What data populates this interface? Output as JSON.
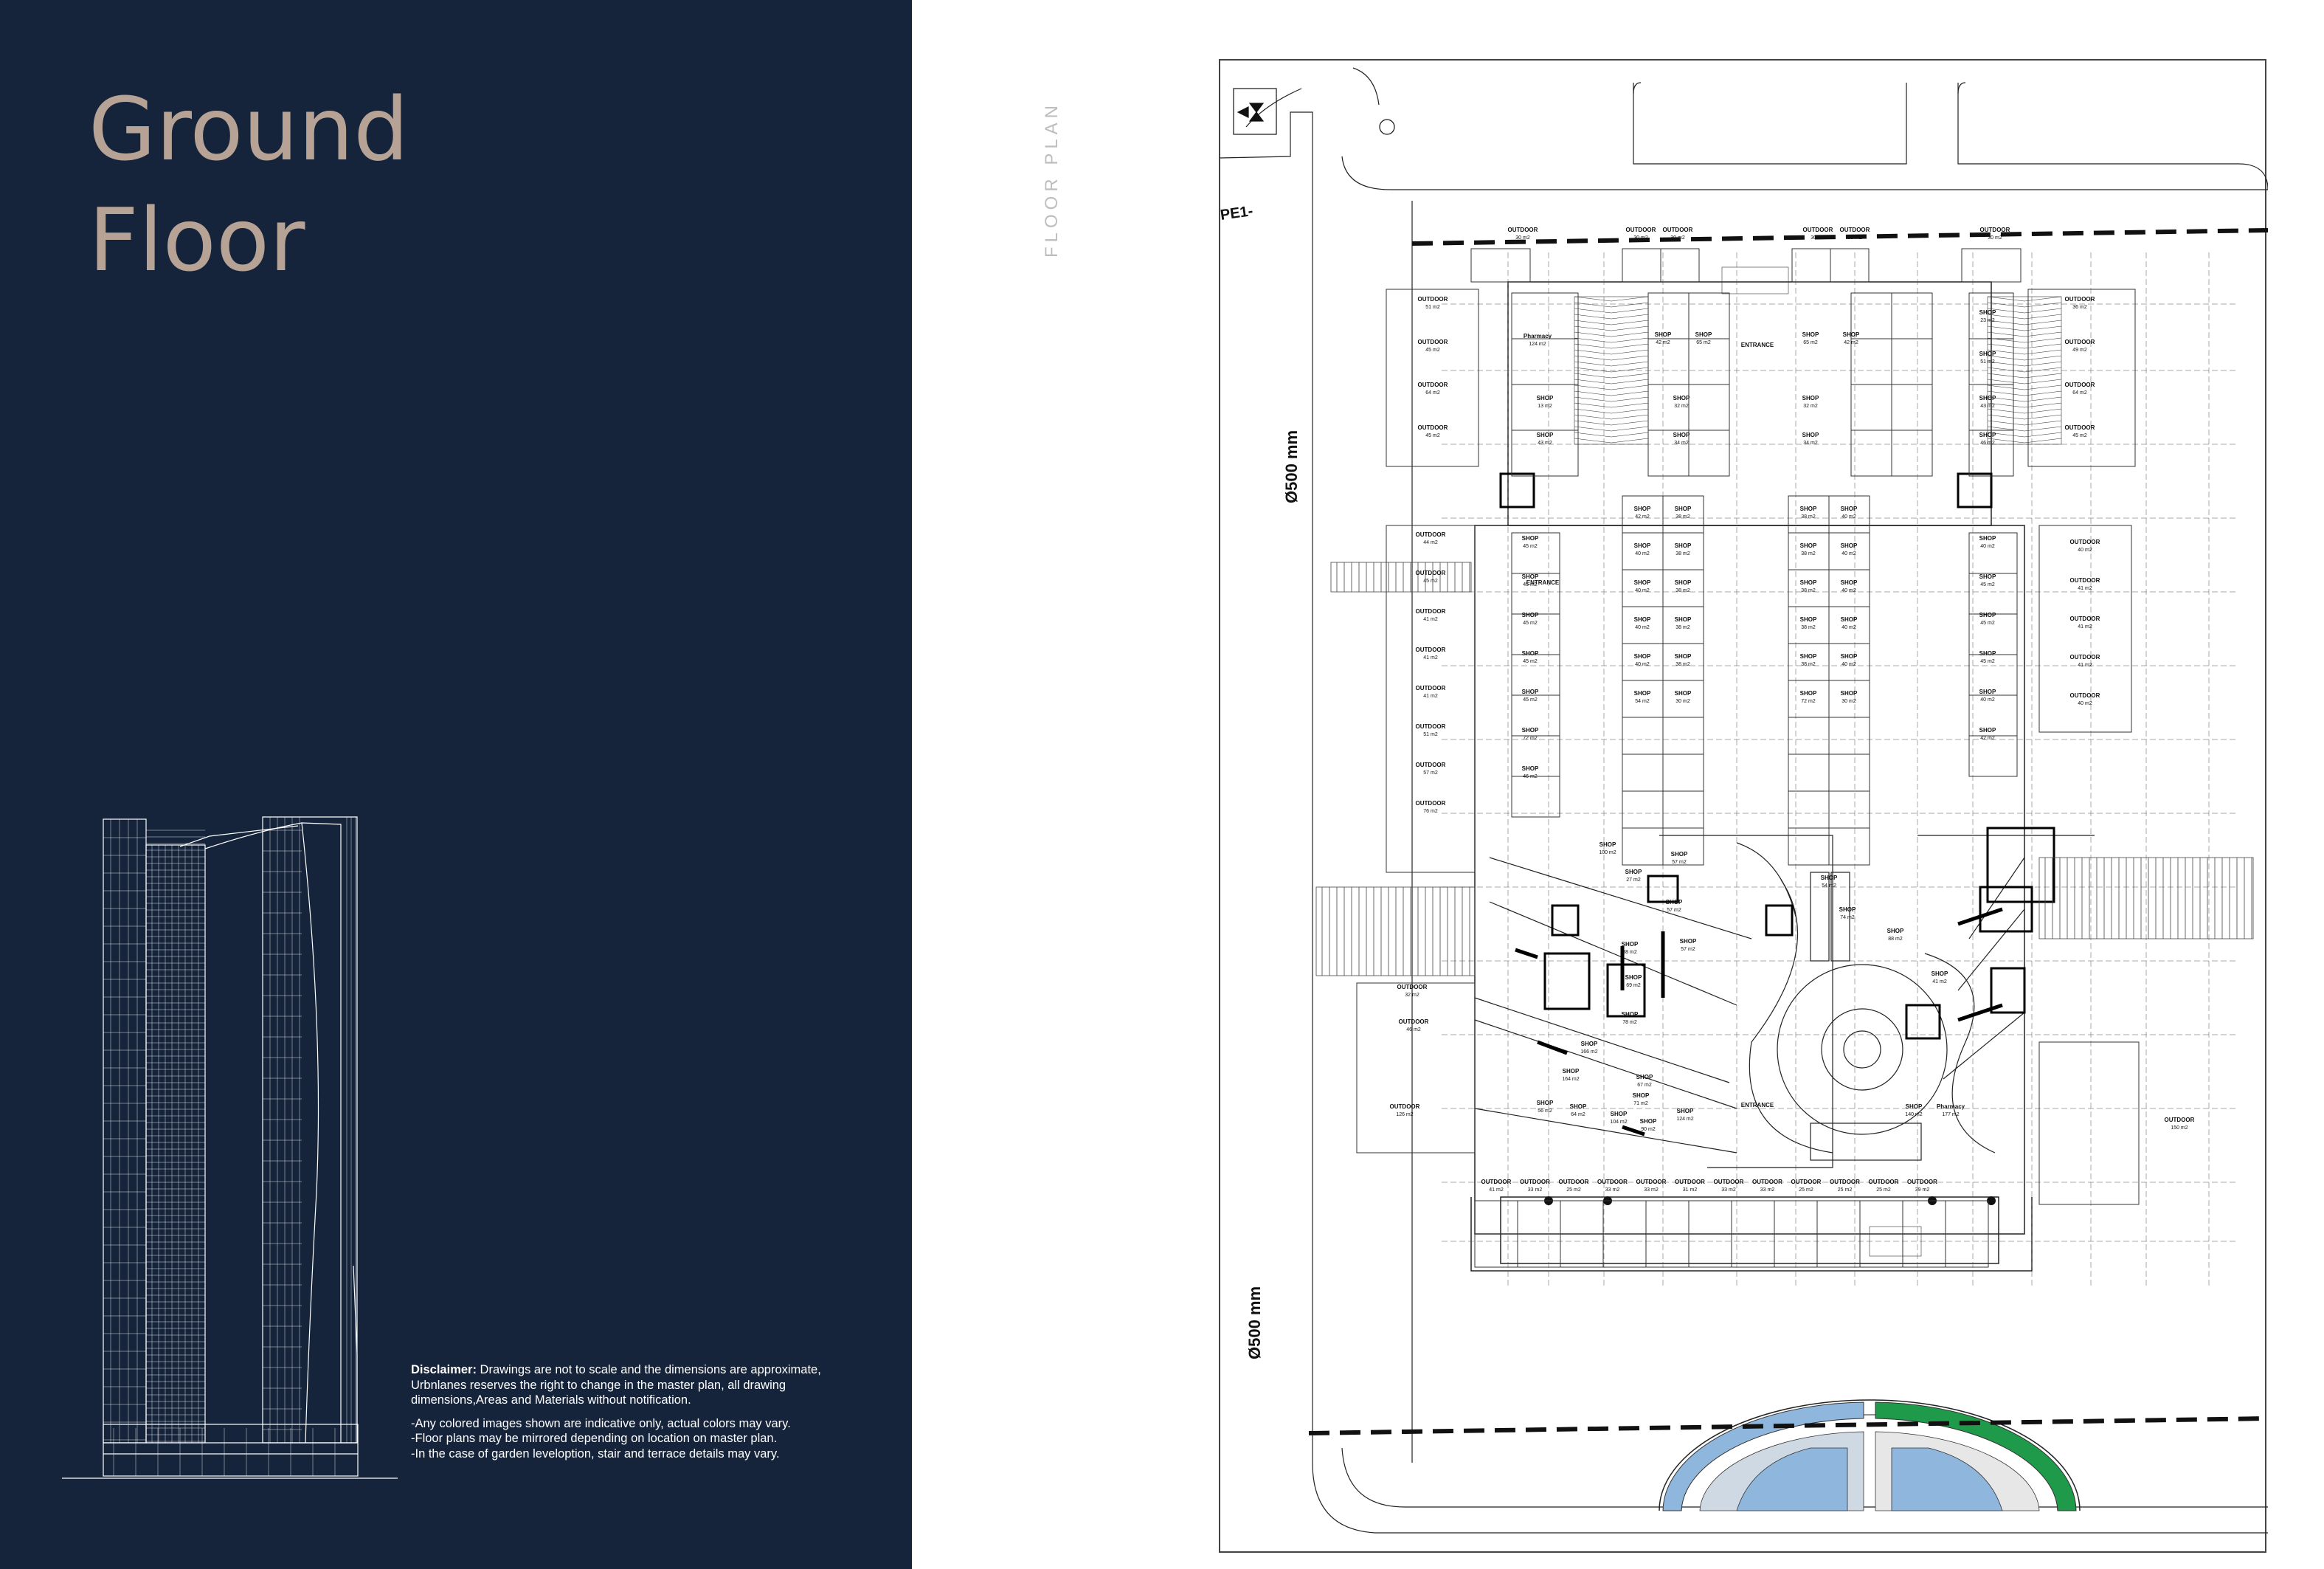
{
  "page": {
    "title_line1": "Ground",
    "title_line2": "Floor",
    "side_label": "FLOOR PLAN"
  },
  "disclaimer": {
    "heading": "Disclaimer:",
    "body": " Drawings are not to scale and the dimensions are approximate, Urbnlanes reserves the right to change in the master plan, all drawing dimensions,Areas and Materials without notification.",
    "notes": [
      "-Any colored images shown are indicative only, actual colors may vary.",
      "-Floor plans may be mirrored depending on location on master plan.",
      "-In the case of garden leveloption, stair and terrace details may vary."
    ]
  },
  "plan": {
    "dim_top": "Ø500 mm",
    "dim_bottom": "Ø500 mm",
    "corner_text": "PE1-",
    "entrances": [
      "ENTRANCE",
      "ENTRANCE",
      "ENTRANCE"
    ],
    "top_outdoors": [
      {
        "label": "OUTDOOR",
        "area": "30 m2"
      },
      {
        "label": "OUTDOOR",
        "area": "30 m2"
      },
      {
        "label": "OUTDOOR",
        "area": "30 m2"
      },
      {
        "label": "OUTDOOR",
        "area": "30 m2"
      },
      {
        "label": "OUTDOOR",
        "area": "30 m2"
      },
      {
        "label": "OUTDOOR",
        "area": "30 m2"
      }
    ],
    "left_outdoors_top": [
      {
        "label": "OUTDOOR",
        "area": "51 m2"
      },
      {
        "label": "OUTDOOR",
        "area": "45 m2"
      },
      {
        "label": "OUTDOOR",
        "area": "64 m2"
      },
      {
        "label": "OUTDOOR",
        "area": "45 m2"
      }
    ],
    "right_outdoors_top": [
      {
        "label": "OUTDOOR",
        "area": "36 m2"
      },
      {
        "label": "OUTDOOR",
        "area": "49 m2"
      },
      {
        "label": "OUTDOOR",
        "area": "64 m2"
      },
      {
        "label": "OUTDOOR",
        "area": "45 m2"
      }
    ],
    "left_outdoors_mid": [
      {
        "label": "OUTDOOR",
        "area": "44 m2"
      },
      {
        "label": "OUTDOOR",
        "area": "45 m2"
      },
      {
        "label": "OUTDOOR",
        "area": "41 m2"
      },
      {
        "label": "OUTDOOR",
        "area": "41 m2"
      },
      {
        "label": "OUTDOOR",
        "area": "41 m2"
      },
      {
        "label": "OUTDOOR",
        "area": "51 m2"
      },
      {
        "label": "OUTDOOR",
        "area": "57 m2"
      },
      {
        "label": "OUTDOOR",
        "area": "76 m2"
      }
    ],
    "right_outdoors_mid": [
      {
        "label": "OUTDOOR",
        "area": "40 m2"
      },
      {
        "label": "OUTDOOR",
        "area": "41 m2"
      },
      {
        "label": "OUTDOOR",
        "area": "41 m2"
      },
      {
        "label": "OUTDOOR",
        "area": "41 m2"
      },
      {
        "label": "OUTDOOR",
        "area": "40 m2"
      }
    ],
    "left_outdoors_low": [
      {
        "label": "OUTDOOR",
        "area": "32 m2"
      },
      {
        "label": "OUTDOOR",
        "area": "46 m2"
      },
      {
        "label": "OUTDOOR",
        "area": "126 m2"
      }
    ],
    "right_outdoors_low": [
      {
        "label": "OUTDOOR",
        "area": "150 m2"
      }
    ],
    "bottom_outdoors": [
      {
        "label": "OUTDOOR",
        "area": "41 m2"
      },
      {
        "label": "OUTDOOR",
        "area": "33 m2"
      },
      {
        "label": "OUTDOOR",
        "area": "25 m2"
      },
      {
        "label": "OUTDOOR",
        "area": "33 m2"
      },
      {
        "label": "OUTDOOR",
        "area": "33 m2"
      },
      {
        "label": "OUTDOOR",
        "area": "31 m2"
      },
      {
        "label": "OUTDOOR",
        "area": "33 m2"
      },
      {
        "label": "OUTDOOR",
        "area": "33 m2"
      },
      {
        "label": "OUTDOOR",
        "area": "25 m2"
      },
      {
        "label": "OUTDOOR",
        "area": "25 m2"
      },
      {
        "label": "OUTDOOR",
        "area": "25 m2"
      },
      {
        "label": "OUTDOOR",
        "area": "39 m2"
      }
    ],
    "left_wing_shops": [
      {
        "label": "Pharmacy",
        "area": "124 m2"
      },
      {
        "label": "SHOP",
        "area": "42 m2"
      },
      {
        "label": "SHOP",
        "area": "65 m2"
      },
      {
        "label": "SHOP",
        "area": "13 m2"
      },
      {
        "label": "SHOP",
        "area": "32 m2"
      },
      {
        "label": "SHOP",
        "area": "43 m2"
      },
      {
        "label": "SHOP",
        "area": "34 m2"
      }
    ],
    "right_wing_shops": [
      {
        "label": "SHOP",
        "area": "65 m2"
      },
      {
        "label": "SHOP",
        "area": "42 m2"
      },
      {
        "label": "SHOP",
        "area": "23 m2"
      },
      {
        "label": "SHOP",
        "area": "32 m2"
      },
      {
        "label": "SHOP",
        "area": "51 m2"
      },
      {
        "label": "SHOP",
        "area": "34 m2"
      },
      {
        "label": "SHOP",
        "area": "43 m2"
      },
      {
        "label": "SHOP",
        "area": "46 m2"
      }
    ],
    "left_side_shops": [
      {
        "label": "SHOP",
        "area": "45 m2"
      },
      {
        "label": "SHOP",
        "area": "45 m2"
      },
      {
        "label": "SHOP",
        "area": "45 m2"
      },
      {
        "label": "SHOP",
        "area": "45 m2"
      },
      {
        "label": "SHOP",
        "area": "45 m2"
      },
      {
        "label": "SHOP",
        "area": "72 m2"
      },
      {
        "label": "SHOP",
        "area": "46 m2"
      }
    ],
    "right_side_shops": [
      {
        "label": "SHOP",
        "area": "40 m2"
      },
      {
        "label": "SHOP",
        "area": "45 m2"
      },
      {
        "label": "SHOP",
        "area": "45 m2"
      },
      {
        "label": "SHOP",
        "area": "45 m2"
      },
      {
        "label": "SHOP",
        "area": "40 m2"
      },
      {
        "label": "SHOP",
        "area": "42 m2"
      }
    ],
    "center_left_shops": [
      {
        "label": "SHOP",
        "area": "42 m2"
      },
      {
        "label": "SHOP",
        "area": "38 m2"
      },
      {
        "label": "SHOP",
        "area": "40 m2"
      },
      {
        "label": "SHOP",
        "area": "38 m2"
      },
      {
        "label": "SHOP",
        "area": "40 m2"
      },
      {
        "label": "SHOP",
        "area": "38 m2"
      },
      {
        "label": "SHOP",
        "area": "40 m2"
      },
      {
        "label": "SHOP",
        "area": "38 m2"
      },
      {
        "label": "SHOP",
        "area": "40 m2"
      },
      {
        "label": "SHOP",
        "area": "38 m2"
      },
      {
        "label": "SHOP",
        "area": "54 m2"
      },
      {
        "label": "SHOP",
        "area": "30 m2"
      }
    ],
    "center_right_shops": [
      {
        "label": "SHOP",
        "area": "38 m2"
      },
      {
        "label": "SHOP",
        "area": "40 m2"
      },
      {
        "label": "SHOP",
        "area": "38 m2"
      },
      {
        "label": "SHOP",
        "area": "40 m2"
      },
      {
        "label": "SHOP",
        "area": "38 m2"
      },
      {
        "label": "SHOP",
        "area": "40 m2"
      },
      {
        "label": "SHOP",
        "area": "38 m2"
      },
      {
        "label": "SHOP",
        "area": "40 m2"
      },
      {
        "label": "SHOP",
        "area": "38 m2"
      },
      {
        "label": "SHOP",
        "area": "40 m2"
      },
      {
        "label": "SHOP",
        "area": "72 m2"
      },
      {
        "label": "SHOP",
        "area": "30 m2"
      }
    ],
    "lower_shops": [
      {
        "label": "SHOP",
        "area": "100 m2"
      },
      {
        "label": "SHOP",
        "area": "27 m2"
      },
      {
        "label": "SHOP",
        "area": "57 m2"
      },
      {
        "label": "SHOP",
        "area": "57 m2"
      },
      {
        "label": "SHOP",
        "area": "57 m2"
      },
      {
        "label": "SHOP",
        "area": "88 m2"
      },
      {
        "label": "SHOP",
        "area": "69 m2"
      },
      {
        "label": "SHOP",
        "area": "78 m2"
      },
      {
        "label": "SHOP",
        "area": "166 m2"
      },
      {
        "label": "SHOP",
        "area": "164 m2"
      },
      {
        "label": "SHOP",
        "area": "67 m2"
      },
      {
        "label": "SHOP",
        "area": "56 m2"
      },
      {
        "label": "SHOP",
        "area": "71 m2"
      },
      {
        "label": "SHOP",
        "area": "64 m2"
      },
      {
        "label": "SHOP",
        "area": "104 m2"
      },
      {
        "label": "SHOP",
        "area": "90 m2"
      },
      {
        "label": "SHOP",
        "area": "124 m2"
      },
      {
        "label": "SHOP",
        "area": "54 m2"
      },
      {
        "label": "SHOP",
        "area": "74 m2"
      },
      {
        "label": "SHOP",
        "area": "88 m2"
      },
      {
        "label": "SHOP",
        "area": "41 m2"
      },
      {
        "label": "SHOP",
        "area": "140 m2"
      },
      {
        "label": "Pharmacy",
        "area": "177 m2"
      }
    ]
  }
}
